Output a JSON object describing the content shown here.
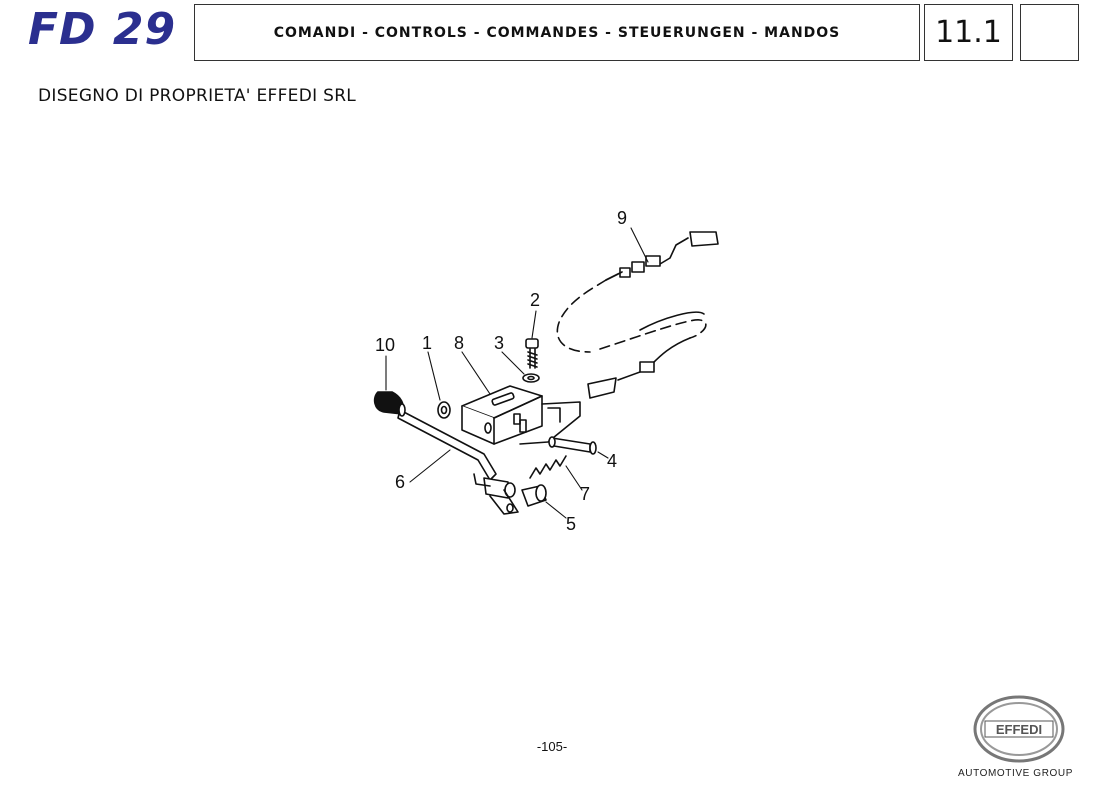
{
  "header": {
    "model": "FD 29",
    "title": "COMANDI - CONTROLS - COMMANDES - STEUERUNGEN - MANDOS",
    "section": "11.1"
  },
  "property_notice": "DISEGNO DI PROPRIETA' EFFEDI SRL",
  "drawing": {
    "callouts": [
      "9",
      "2",
      "10",
      "1",
      "8",
      "3",
      "4",
      "6",
      "7",
      "5"
    ]
  },
  "footer": {
    "page_number": "-105-",
    "logo_text": "EFFEDI",
    "logo_tagline": "AUTOMOTIVE GROUP"
  }
}
